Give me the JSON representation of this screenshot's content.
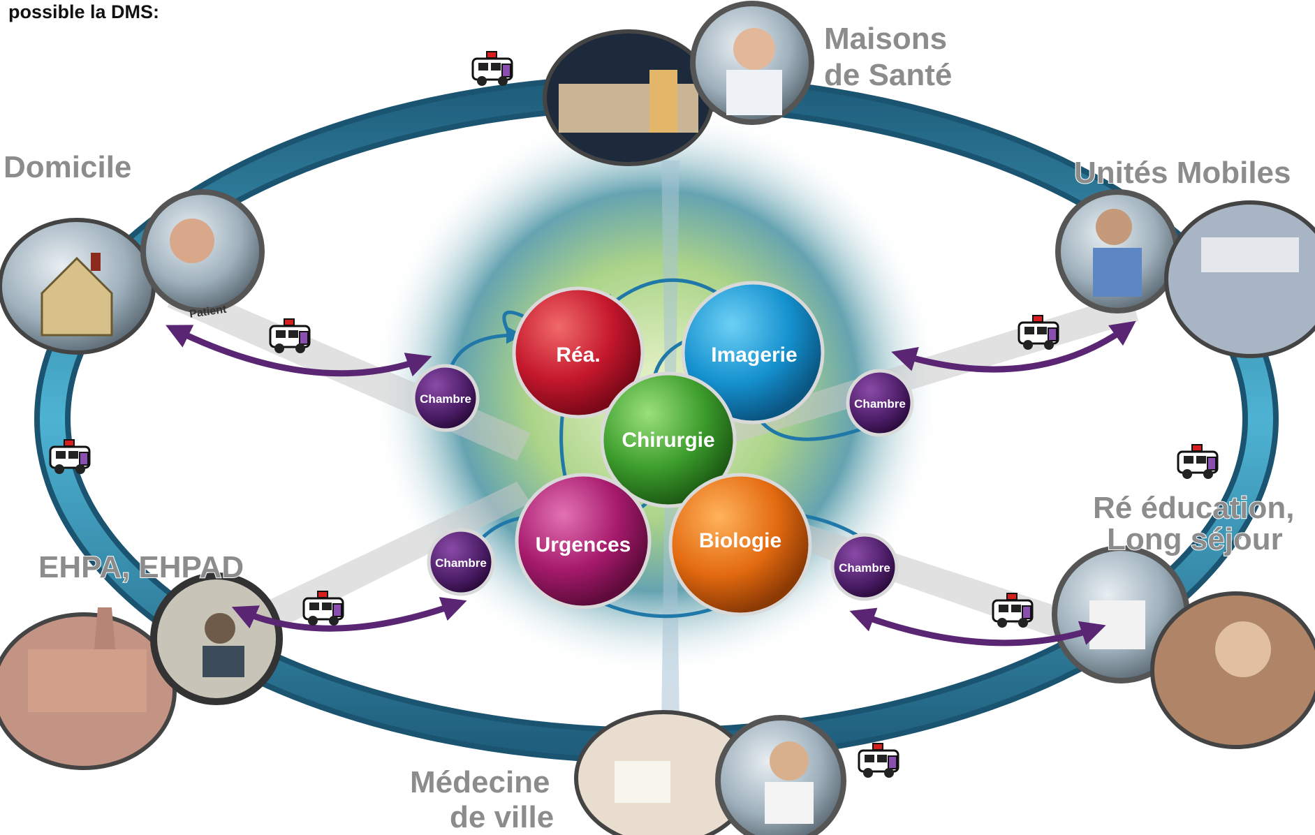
{
  "heading": "possible la DMS:",
  "colors": {
    "ring": "#2f8fb0",
    "arrow_purple": "#5a2673",
    "arrow_blue": "#1f78a8",
    "chambre": "#4b1d66"
  },
  "external_sites": {
    "domicile": "Domicile",
    "patient": "Patient",
    "maisons_line1": "Maisons",
    "maisons_line2": "de Santé",
    "unites_mobiles": "Unités Mobiles",
    "reeducation_line1": "Ré éducation,",
    "reeducation_line2": "Long séjour",
    "ehpa": "EHPA, EHPAD",
    "medecine_line1": "Médecine",
    "medecine_line2": "de ville"
  },
  "services": {
    "rea": "Réa.",
    "imagerie": "Imagerie",
    "chirurgie": "Chirurgie",
    "urgences": "Urgences",
    "biologie": "Biologie"
  },
  "chambres": [
    "Chambre",
    "Chambre",
    "Chambre",
    "Chambre"
  ],
  "icons": {
    "ambulance": "ambulance-icon",
    "photo": "photo-thumbnail"
  }
}
